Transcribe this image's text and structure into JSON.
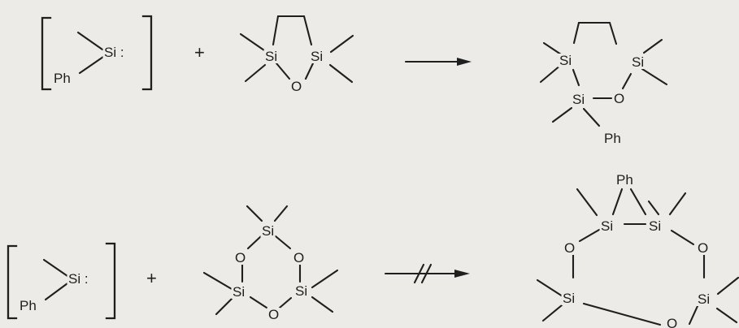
{
  "scheme": {
    "silylene_label": "Si :",
    "ph_label": "Ph",
    "si": "Si",
    "o": "O",
    "plus": "+",
    "reaction_1": {
      "outcome": "proceeds"
    },
    "reaction_2": {
      "outcome": "does not proceed"
    }
  }
}
